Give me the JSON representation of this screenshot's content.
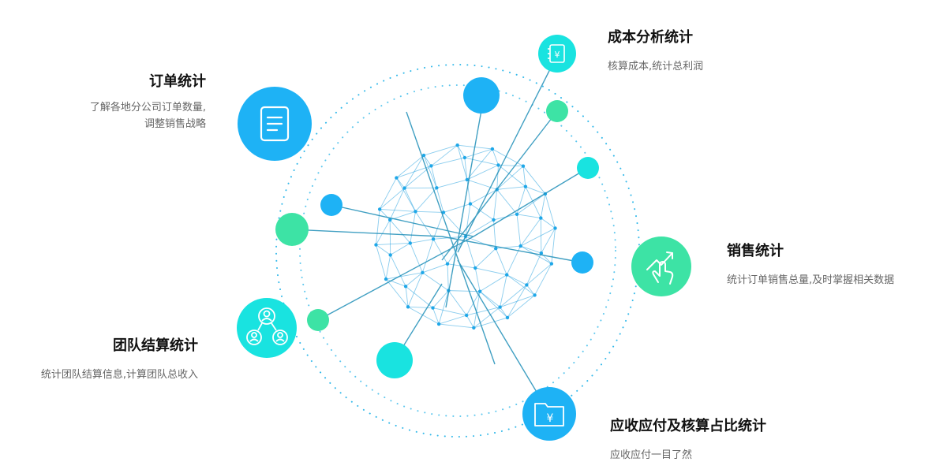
{
  "colors": {
    "blue": "#1EB2F5",
    "cyan": "#19E3E0",
    "green": "#3DE3A5",
    "mesh": "#2AA3E0",
    "spoke": "#1F8FB8",
    "ring": "#34B9EA"
  },
  "features": [
    {
      "id": "order",
      "title": "订单统计",
      "desc": [
        "了解各地分公司订单数量,",
        "调整销售战略"
      ],
      "icon": "document-icon",
      "color": "blue"
    },
    {
      "id": "cost",
      "title": "成本分析统计",
      "desc": [
        "核算成本,统计总利润"
      ],
      "icon": "ledger-yen-icon",
      "color": "cyan"
    },
    {
      "id": "sales",
      "title": "销售统计",
      "desc": [
        "统计订单销售总量,及时掌握相关数据"
      ],
      "icon": "touch-growth-icon",
      "color": "green"
    },
    {
      "id": "team",
      "title": "团队结算统计",
      "desc": [
        "统计团队结算信息,计算团队总收入"
      ],
      "icon": "team-users-icon",
      "color": "cyan"
    },
    {
      "id": "receivable",
      "title": "应收应付及核算占比统计",
      "desc": [
        "应收应付一目了然"
      ],
      "icon": "folder-yen-icon",
      "color": "blue"
    }
  ]
}
